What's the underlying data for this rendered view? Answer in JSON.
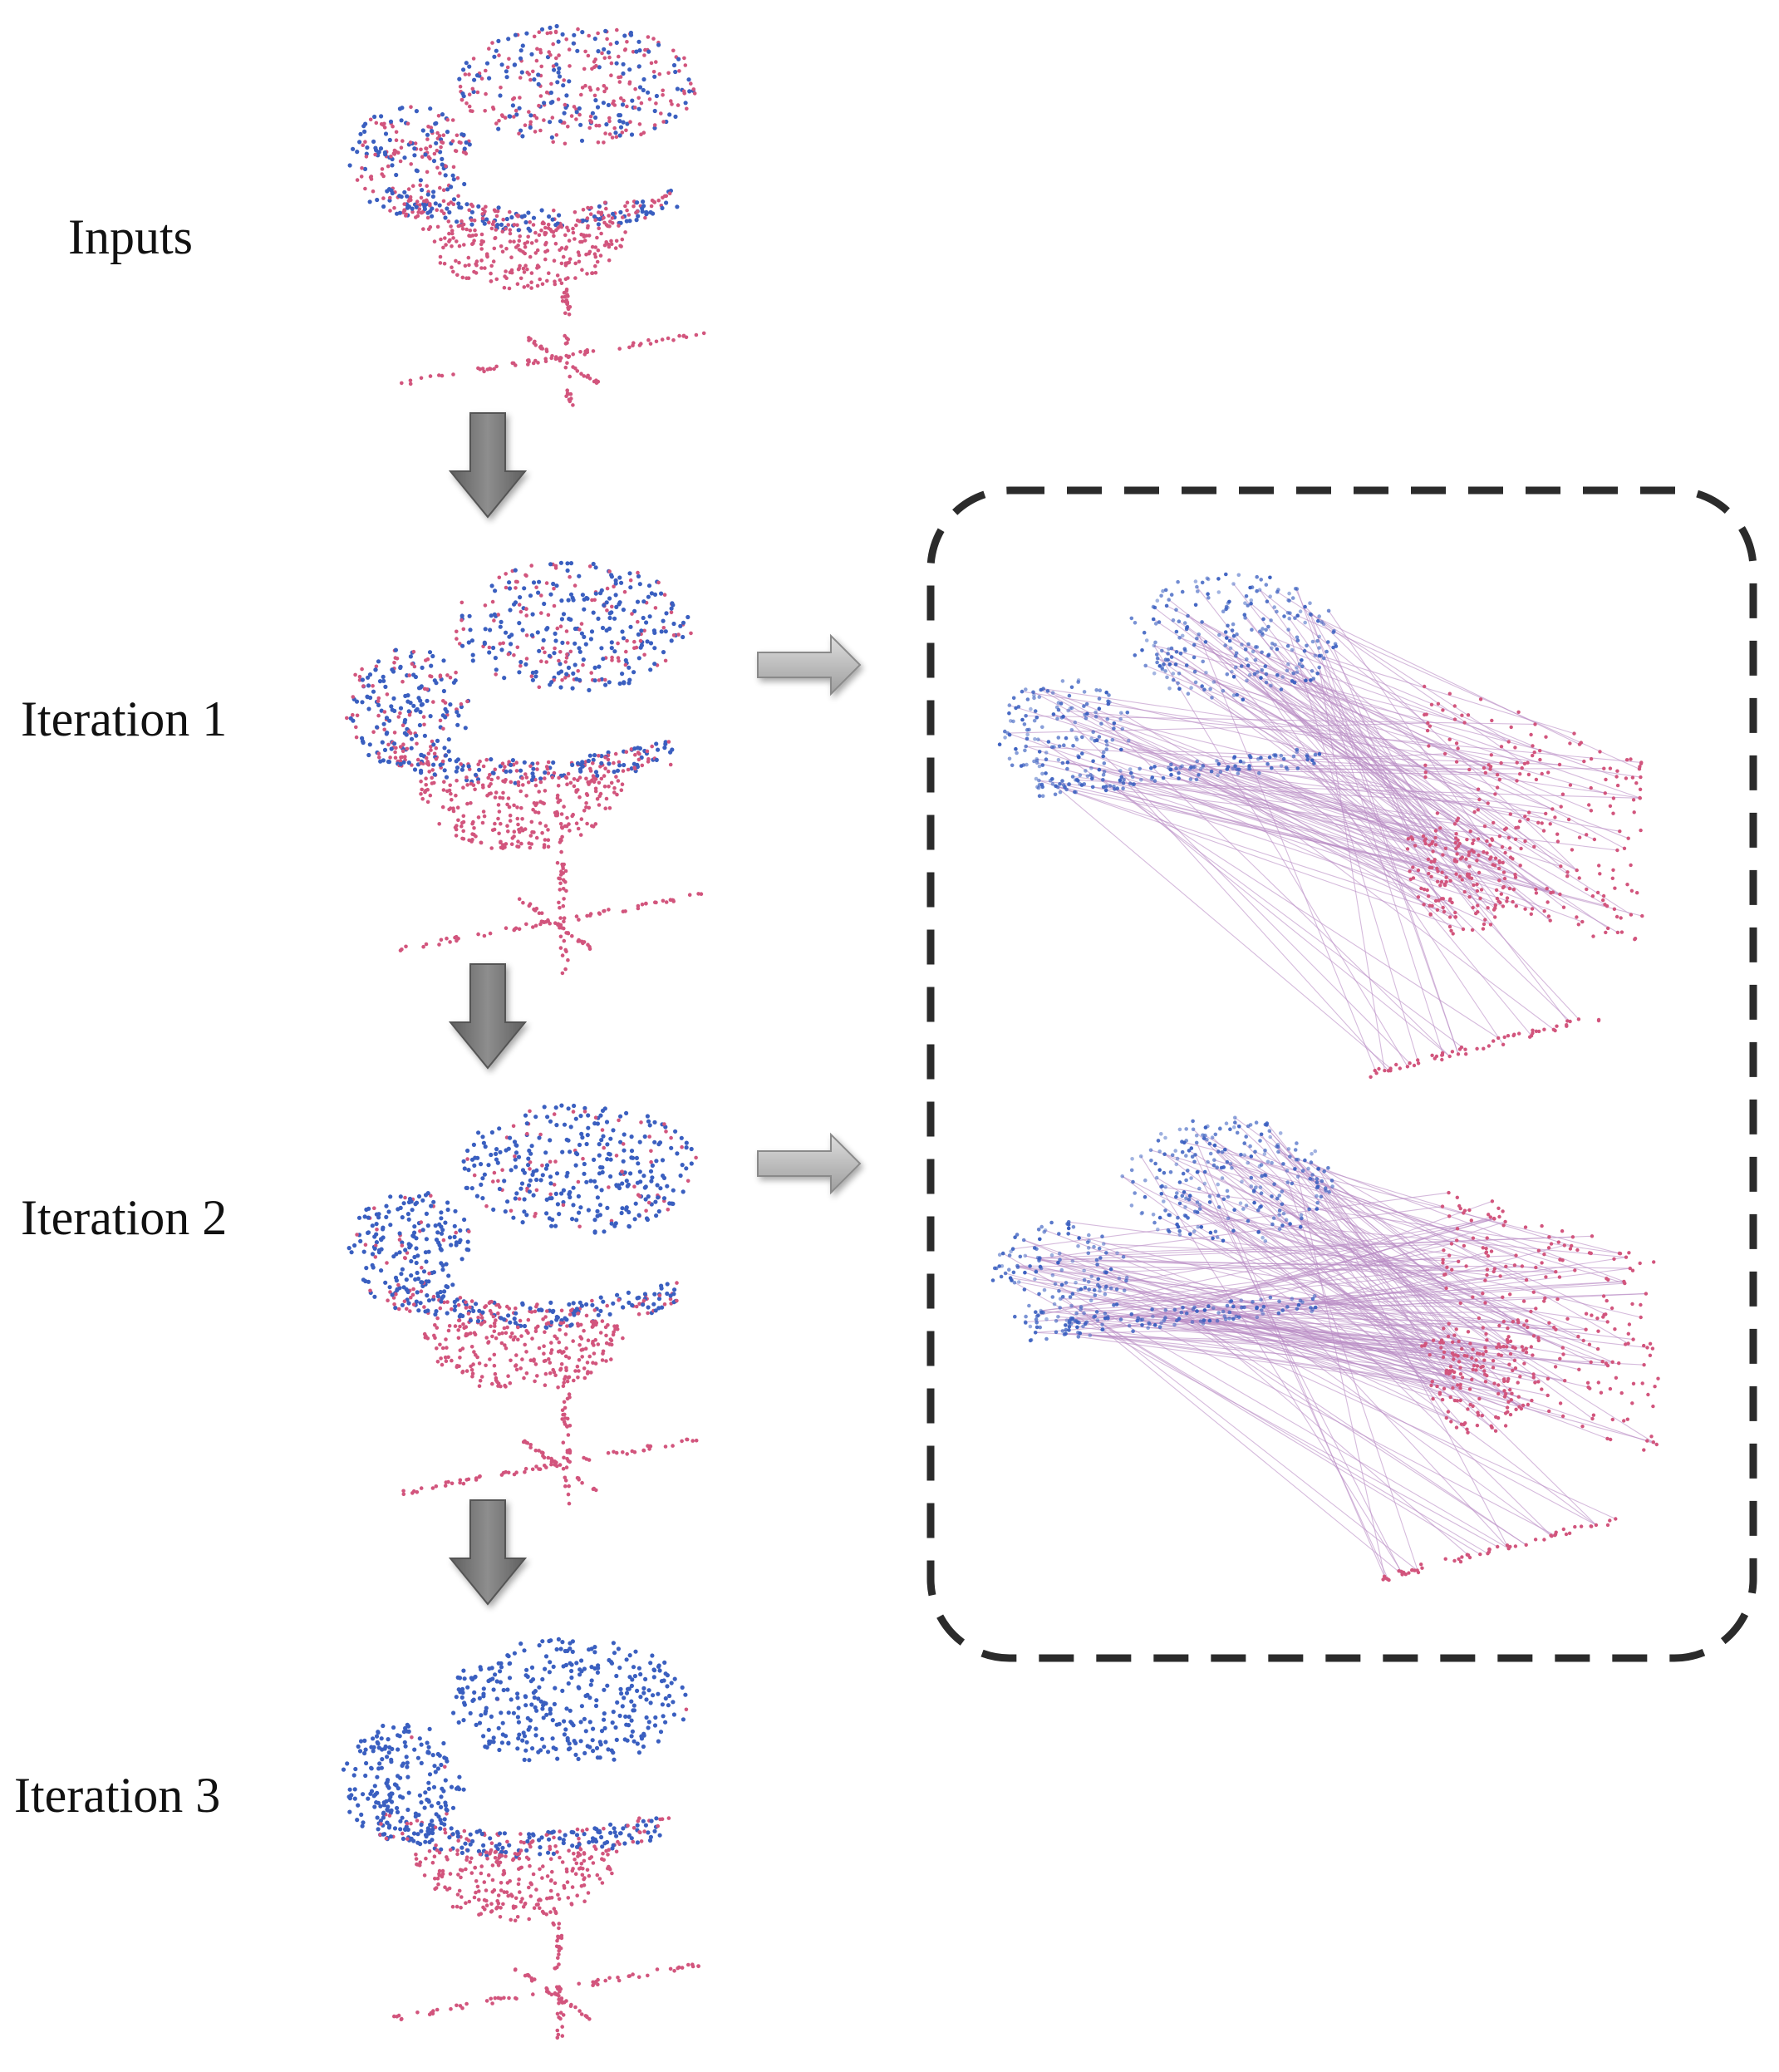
{
  "stages": [
    {
      "id": "inputs",
      "label": "Inputs",
      "mixing": 0.55
    },
    {
      "id": "iteration-1",
      "label": "Iteration 1",
      "mixing": 0.35
    },
    {
      "id": "iteration-2",
      "label": "Iteration 2",
      "mixing": 0.2
    },
    {
      "id": "iteration-3",
      "label": "Iteration 3",
      "mixing": 0.02
    }
  ],
  "correspondence_panels": [
    {
      "id": "iteration-1",
      "line_count": 160
    },
    {
      "id": "iteration-2",
      "line_count": 200
    }
  ],
  "colors": {
    "source_points": "#3a5fc0",
    "target_points": "#d2557d",
    "correspondence_lines": "#b98cc4",
    "down_arrow": "#7b7b7b",
    "right_arrow": "#c4c4c4",
    "dashed_frame": "#2b2b2b",
    "label_text": "#111111"
  },
  "icons": {
    "down_arrow": "arrow-down-icon",
    "right_arrow": "arrow-right-icon"
  }
}
